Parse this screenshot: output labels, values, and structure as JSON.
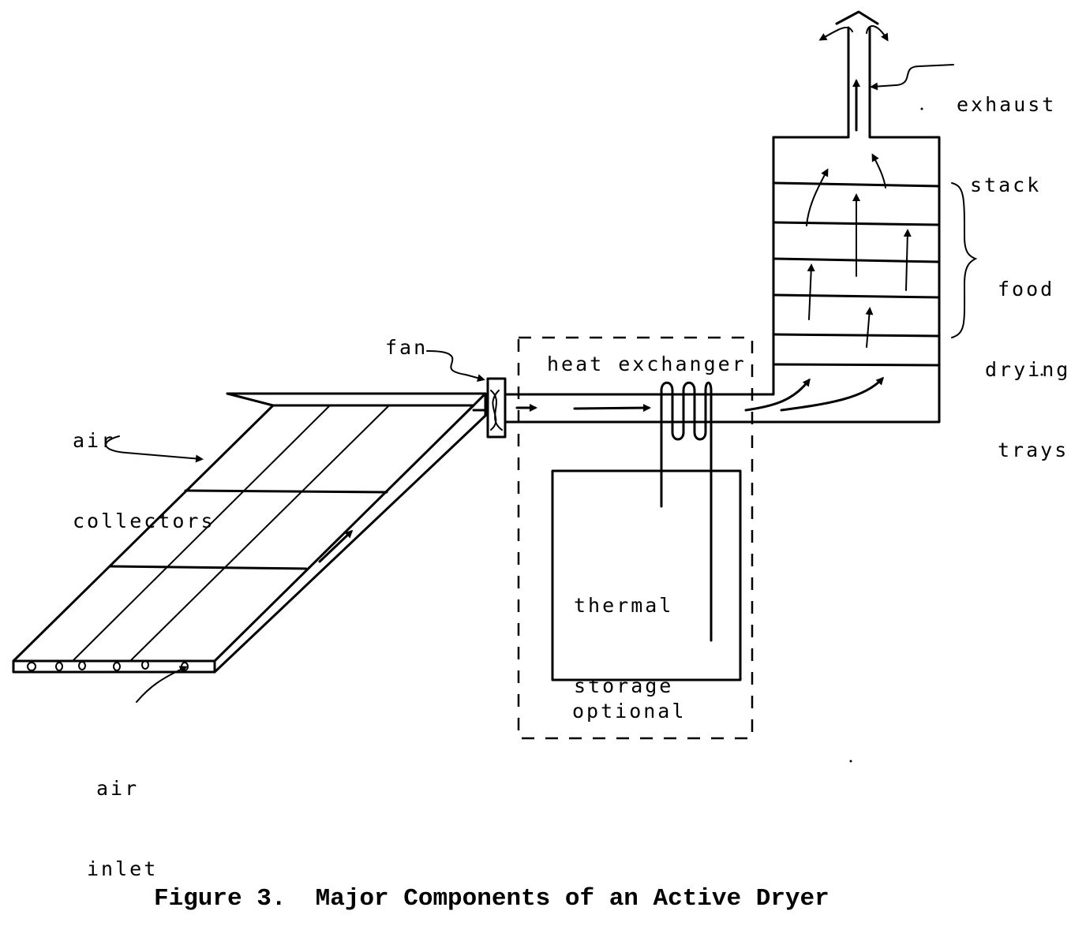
{
  "figure": {
    "caption": "Figure 3.  Major Components of an Active Dryer",
    "line_color": "#000000",
    "background": "#ffffff"
  },
  "labels": {
    "exhaust_stack": [
      "exhaust",
      "stack"
    ],
    "food_drying_trays": [
      "food",
      "drying",
      "trays"
    ],
    "fan": "fan",
    "heat_exchanger": "heat exchanger",
    "air_collectors": [
      "air",
      "collectors"
    ],
    "thermal_storage": [
      "thermal",
      "storage"
    ],
    "optional": "optional",
    "air_inlet": [
      "air",
      "inlet"
    ]
  },
  "components": {
    "collector_panels": 9,
    "drying_tray_count": 5,
    "heat_exchanger_coils": 3,
    "inlet_holes": 6
  }
}
